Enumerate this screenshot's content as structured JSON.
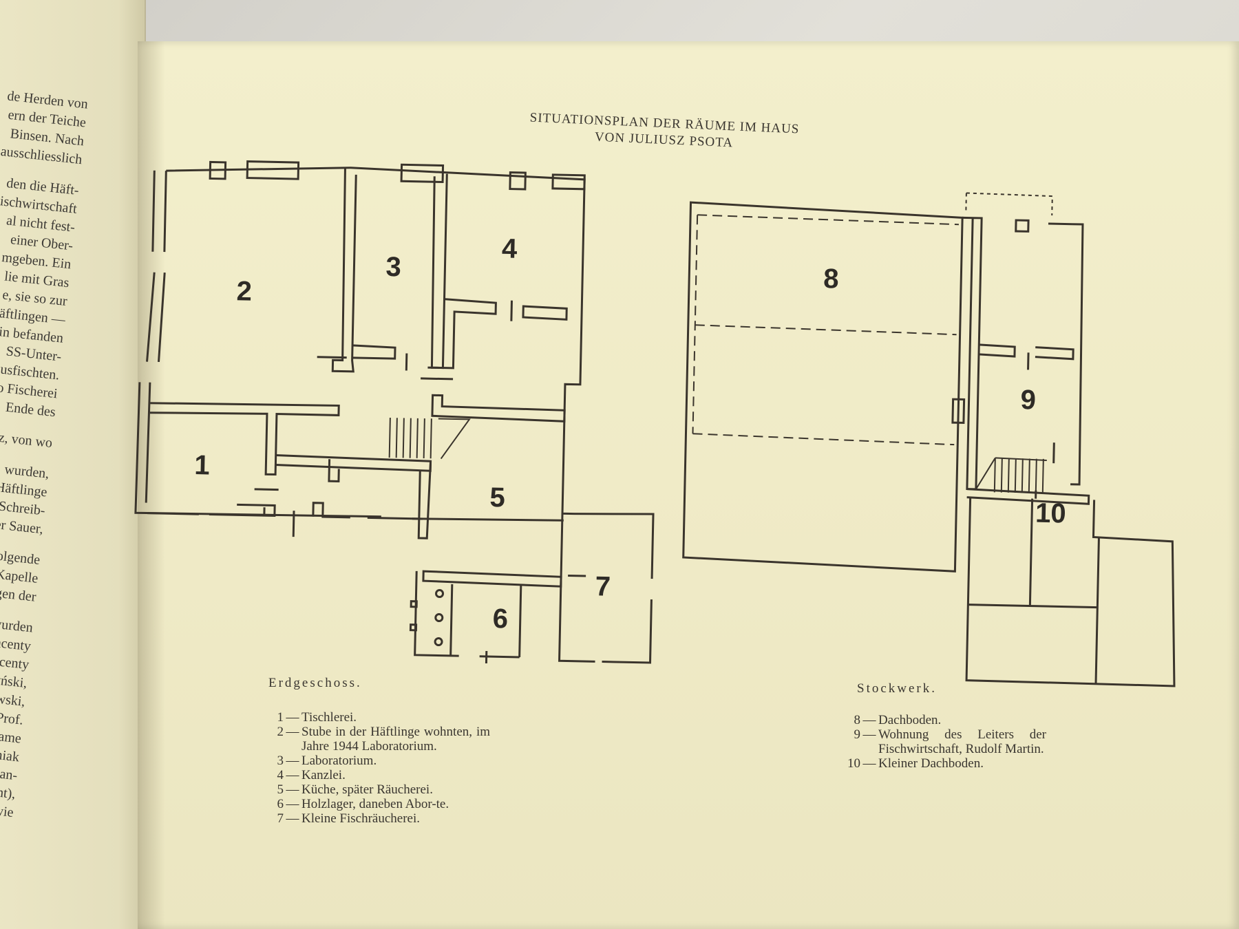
{
  "left_page": {
    "lines": [
      "de Herden von",
      "ern der Teiche",
      "Binsen. Nach",
      "ausschliesslich",
      "",
      "den die Häft-",
      "ischwirtschaft",
      "al nicht fest-",
      "einer Ober-",
      "mgeben. Ein",
      "lie mit Gras",
      "e, sie so zur",
      "äftlingen —",
      "in befanden",
      "SS-Unter-",
      "ausfischten.",
      "o Fischerei",
      "Ende des",
      "",
      "z, von wo",
      "",
      "wurden,",
      "Häftlinge",
      "„Schreib-",
      "er Sauer,",
      "",
      "folgende",
      "Kapelle",
      "egen der",
      "",
      "wurden",
      "Vincenty",
      "Vincenty",
      "czyński,",
      "kowski,",
      "i, Prof.",
      "orname",
      "owniak",
      "Fran-",
      "kannt),",
      "sowie"
    ]
  },
  "title": {
    "line1": "SITUATIONSPLAN DER RÄUME IM HAUS",
    "line2": "VON JULIUSZ PSOTA"
  },
  "ground_floor": {
    "caption": "Erdgeschoss.",
    "room_numbers": [
      "1",
      "2",
      "3",
      "4",
      "5",
      "6",
      "7"
    ],
    "legend": [
      {
        "num": "1",
        "text": "Tischlerei."
      },
      {
        "num": "2",
        "text": "Stube in der Häftlinge wohnten, im Jahre 1944 Laboratorium."
      },
      {
        "num": "3",
        "text": "Laboratorium."
      },
      {
        "num": "4",
        "text": "Kanzlei."
      },
      {
        "num": "5",
        "text": "Küche, später Räucherei."
      },
      {
        "num": "6",
        "text": "Holzlager, daneben Abor-te."
      },
      {
        "num": "7",
        "text": "Kleine Fischräucherei."
      }
    ]
  },
  "upper_floor": {
    "caption": "Stockwerk.",
    "room_numbers": [
      "8",
      "9",
      "10"
    ],
    "legend": [
      {
        "num": "8",
        "text": "Dachboden."
      },
      {
        "num": "9",
        "text": "Wohnung des Leiters der Fischwirtschaft, Rudolf Martin."
      },
      {
        "num": "10",
        "text": "Kleiner Dachboden."
      }
    ]
  }
}
